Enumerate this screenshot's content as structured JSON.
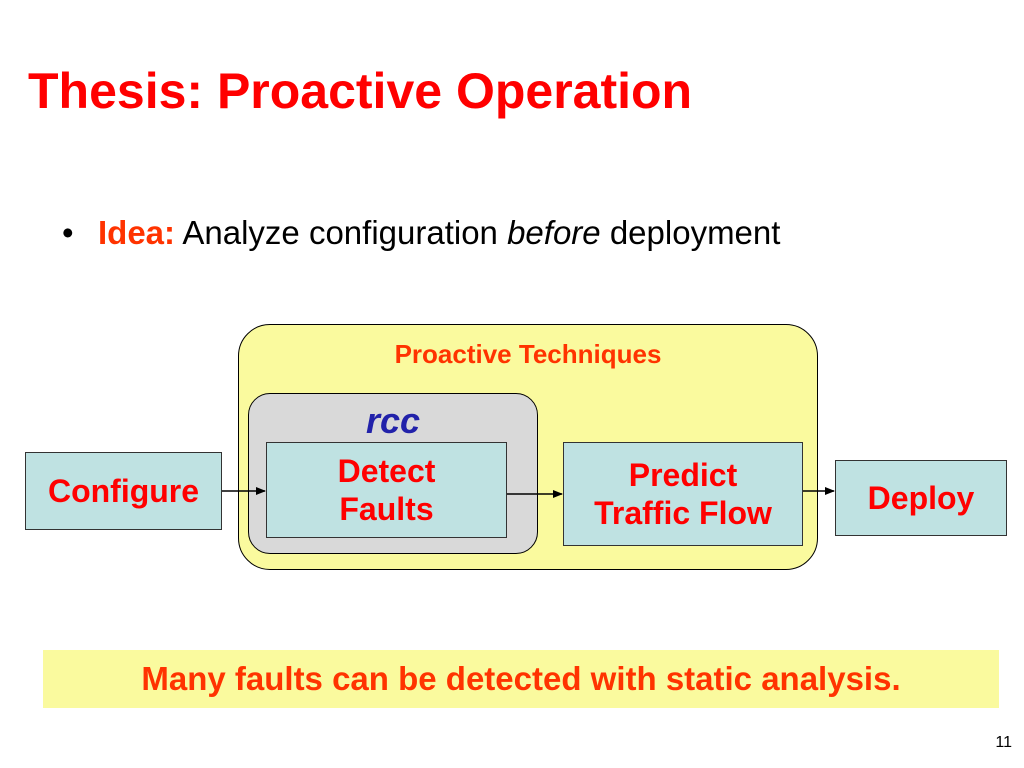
{
  "slide": {
    "title": "Thesis: Proactive Operation",
    "bullet": {
      "marker": "•",
      "label": "Idea:",
      "text_before": " Analyze configuration ",
      "text_emphasis": "before",
      "text_after": " deployment"
    },
    "diagram": {
      "group_label": "Proactive Techniques",
      "subgroup_label": "rcc",
      "nodes": {
        "configure": "Configure",
        "detect_line1": "Detect",
        "detect_line2": "Faults",
        "predict_line1": "Predict",
        "predict_line2": "Traffic Flow",
        "deploy": "Deploy"
      }
    },
    "callout": "Many faults can be detected with static analysis.",
    "page_number": "11"
  },
  "colors": {
    "title": "#ff0000",
    "accent": "#ff3300",
    "panel_yellow": "#fafa9e",
    "panel_gray": "#d9d9d9",
    "node_fill": "#bfe2e2",
    "rcc_label": "#2222aa"
  }
}
